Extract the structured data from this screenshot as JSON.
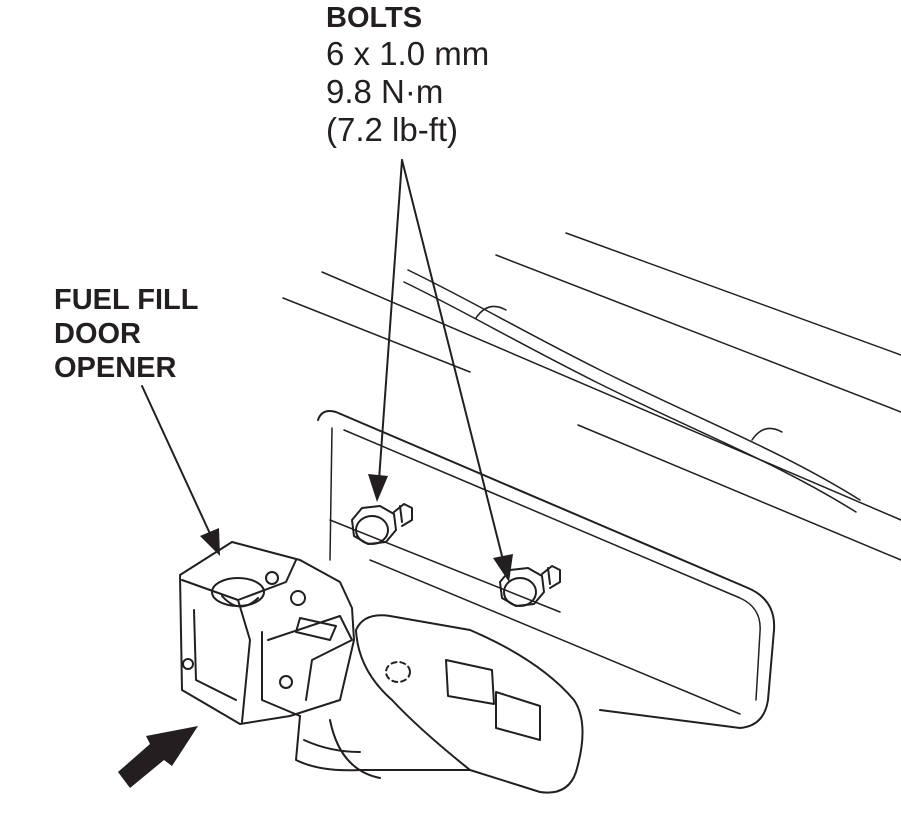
{
  "bolts_callout": {
    "title": "BOLTS",
    "size": "6 x 1.0 mm",
    "torque_nm": "9.8 N·m",
    "torque_lbft": "(7.2 lb-ft)"
  },
  "opener_callout": {
    "line1": "FUEL FILL",
    "line2": "DOOR",
    "line3": "OPENER"
  },
  "colors": {
    "ink": "#231f20",
    "background": "#ffffff"
  }
}
